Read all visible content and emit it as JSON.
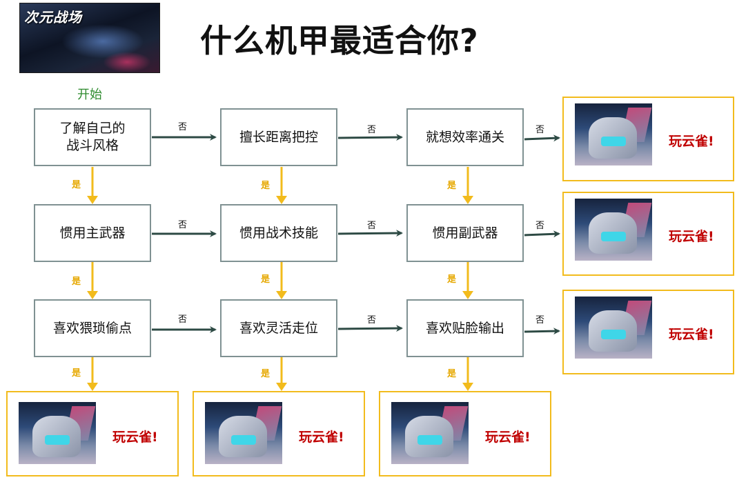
{
  "logo": {
    "text": "次元战场"
  },
  "title": "什么机甲最适合你?",
  "start_label": "开始",
  "nodes": {
    "n11": "了解自己的\n战斗风格",
    "n12": "擅长距离把控",
    "n13": "就想效率通关",
    "n21": "惯用主武器",
    "n22": "惯用战术技能",
    "n23": "惯用副武器",
    "n31": "喜欢猥琐偷点",
    "n32": "喜欢灵活走位",
    "n33": "喜欢贴脸输出"
  },
  "edge_labels": {
    "no": "否",
    "yes": "是"
  },
  "results": {
    "r1": "玩云雀!",
    "r2": "玩云雀!",
    "r3": "玩云雀!",
    "b1": "玩云雀!",
    "b2": "玩云雀!",
    "b3": "玩云雀!"
  },
  "colors": {
    "no_arrow": "#2d4a44",
    "yes_arrow": "#f2bb1c",
    "node_border": "#7f9192",
    "result_border": "#f2bb1c",
    "result_text": "#c00000",
    "start_text": "#2e8b2e"
  },
  "icons": {
    "mech_image": "mech-portrait-image",
    "logo_image": "game-logo-image"
  }
}
